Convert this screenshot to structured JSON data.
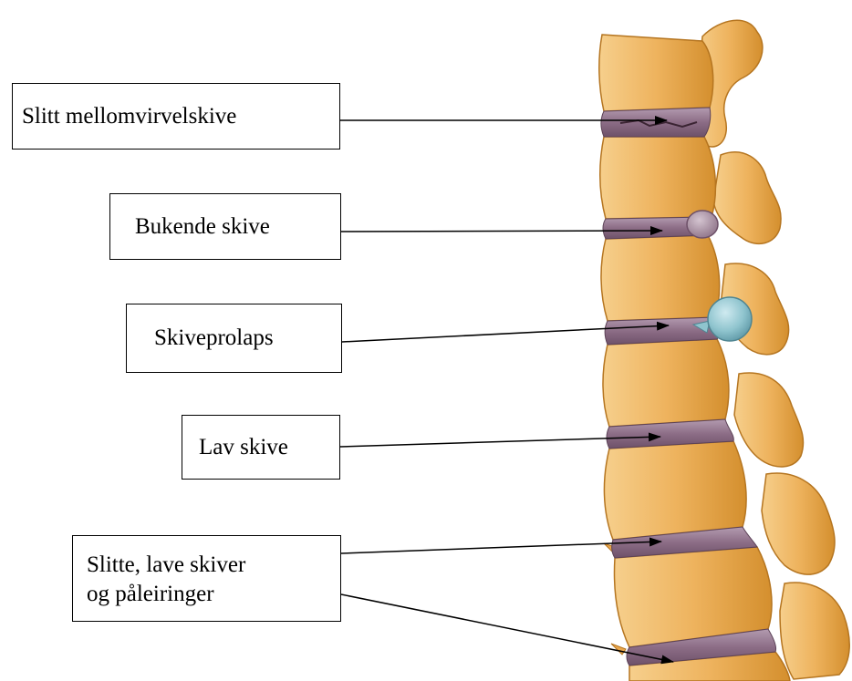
{
  "labels": {
    "worn_disc": "Slitt mellomvirvelskive",
    "bulging_disc": "Bukende skive",
    "herniated_disc": "Skiveprolaps",
    "low_disc": "Lav skive",
    "worn_low_discs_line1": "Slitte, lave skiver",
    "worn_low_discs_line2": "og påleiringer"
  },
  "colors": {
    "bone": "#f0b866",
    "bone_light": "#f8d79c",
    "bone_dark": "#c6801f",
    "disc": "#8e6e86",
    "disc_light": "#b79bb1",
    "herniation": "#8fc4ce"
  }
}
